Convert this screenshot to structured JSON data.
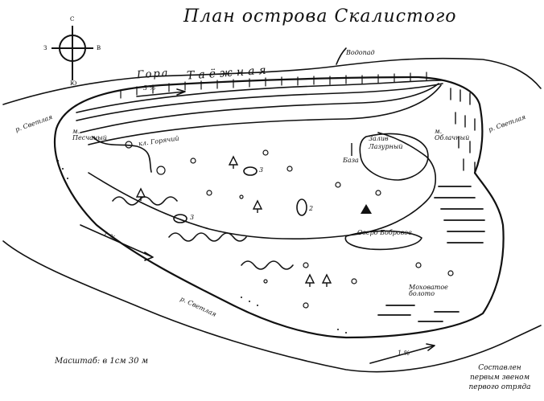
{
  "title": "План острова Скалистого",
  "compass": {
    "n": "С",
    "s": "Ю",
    "w": "З",
    "e": "В"
  },
  "labels": {
    "mountain_part1": "Гора",
    "mountain_part2": "Таёжная",
    "waterfall": "Водопад",
    "river_svetlaya_west": "р. Светлая",
    "river_svetlaya_east": "р. Светлая",
    "river_svetlaya_south": "р. Светлая",
    "stream_goryachiy": "кл. Горячий",
    "cape_peschany": "м. Песчаный",
    "bay_lazurny": "Залив Лазурный",
    "base": "База",
    "cape_oblachny": "м. Облачный",
    "lake_bobrovoe": "Озеро Бобровое",
    "swamp": "Моховатое болото",
    "slope_top": "3 %",
    "flow_left": "1 %",
    "flow_right": "1 %",
    "spot_2": "2",
    "spot_3a": "3",
    "spot_3b": "3"
  },
  "scale_text": "Масштаб: в 1см 30 м",
  "author_lines": [
    "Составлен",
    "первым звеном",
    "первого отряда"
  ],
  "colors": {
    "ink": "#111111",
    "paper": "#ffffff"
  }
}
